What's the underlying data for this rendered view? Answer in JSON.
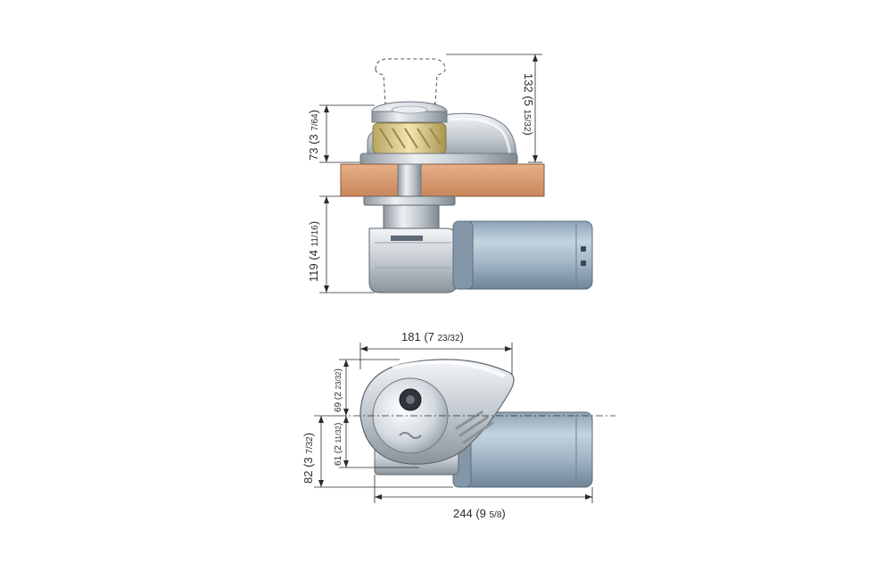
{
  "colors": {
    "background": "#ffffff",
    "dimension_line": "#2b2b2b",
    "deck_wood": "#d99a6c",
    "motor_blue": "#a9bccb",
    "chrome": "#c9d0d6",
    "gypsy_gold": "#d8c98a"
  },
  "side_view": {
    "dim_top": {
      "value": "132",
      "unit": "(5 ",
      "fraction": "15/32",
      "close": ")"
    },
    "dim_above_deck": {
      "value": "73",
      "unit": "(3 ",
      "fraction": "7/64",
      "close": ")"
    },
    "dim_below_deck": {
      "value": "119",
      "unit": "(4 ",
      "fraction": "11/16",
      "close": ")"
    }
  },
  "top_view": {
    "dim_width": {
      "value": "181",
      "unit": "(7 ",
      "fraction": "23/32",
      "close": ")"
    },
    "dim_upper": {
      "value": "69",
      "unit": "(2 ",
      "fraction": "23/32",
      "close": ")"
    },
    "dim_lower": {
      "value": "61",
      "unit": "(2 ",
      "fraction": "11/32",
      "close": ")"
    },
    "dim_depth": {
      "value": "82",
      "unit": "(3 ",
      "fraction": "7/32",
      "close": ")"
    },
    "dim_length": {
      "value": "244",
      "unit": "(9 ",
      "fraction": "5/8",
      "close": ")"
    }
  }
}
